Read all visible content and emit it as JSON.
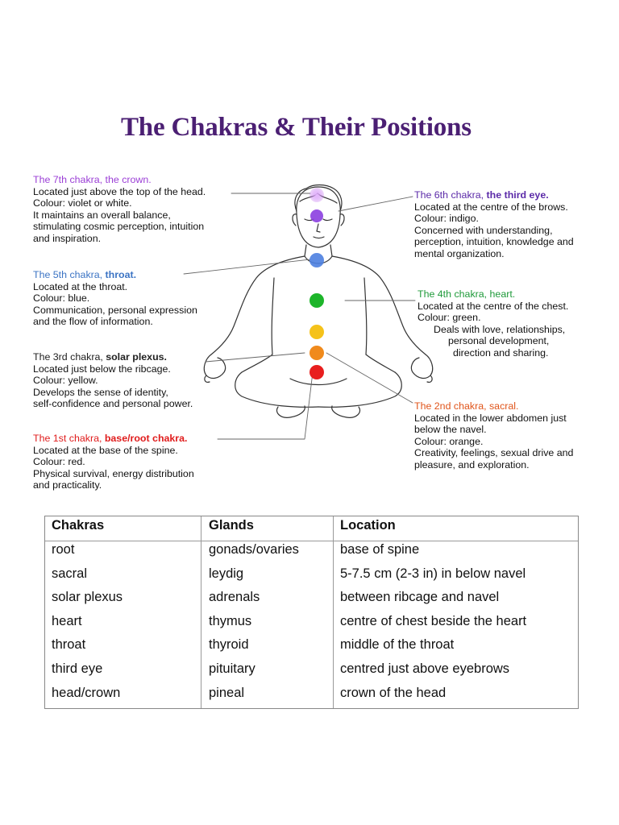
{
  "title": "The Chakras & Their Positions",
  "chakras": {
    "crown": {
      "heading": "The 7th chakra, the crown.",
      "lines": [
        "Located just above the top of the head.",
        "Colour: violet or white.",
        "It maintains an overall balance,",
        "stimulating cosmic perception, intuition",
        "and inspiration."
      ],
      "color": "#c77bf0"
    },
    "third_eye": {
      "heading_pre": "The 6th chakra,",
      "heading_post": " the third eye.",
      "lines": [
        "Located at the centre of the brows.",
        "Colour: indigo.",
        "Concerned with understanding,",
        "perception, intuition, knowledge and",
        "mental organization."
      ],
      "color": "#8b3fe0"
    },
    "throat": {
      "heading_pre": "The 5th chakra,",
      "heading_post": " throat.",
      "lines": [
        "Located at the throat.",
        "Colour: blue.",
        "Communication, personal expression",
        "and the flow of information."
      ],
      "color": "#4c7fe0"
    },
    "heart": {
      "heading": "The 4th chakra, heart.",
      "lines": [
        "Located at the centre of the chest.",
        "Colour: green.",
        "Deals with love, relationships,",
        "personal development,",
        "direction and sharing."
      ],
      "color": "#1db52a"
    },
    "solar_plexus": {
      "heading_pre": "The 3rd chakra,",
      "heading_post": " solar plexus.",
      "lines": [
        "Located just below the ribcage.",
        "Colour: yellow.",
        "Develops the sense of identity,",
        "self-confidence and personal power."
      ],
      "color": "#f5c21a"
    },
    "sacral": {
      "heading": "The 2nd chakra, sacral.",
      "lines": [
        "Located in the lower abdomen just",
        "below the navel.",
        "Colour: orange.",
        "Creativity, feelings, sexual drive and",
        "pleasure, and exploration."
      ],
      "color": "#f08a1c"
    },
    "root": {
      "heading_pre": "The 1st chakra,",
      "heading_post": " base/root chakra.",
      "lines": [
        "Located at the base of the spine.",
        "Colour: red.",
        "Physical survival, energy distribution",
        "and practicality."
      ],
      "color": "#e81e1e"
    }
  },
  "table": {
    "headers": [
      "Chakras",
      "Glands",
      "Location"
    ],
    "rows": [
      [
        "root",
        "gonads/ovaries",
        "base of spine"
      ],
      [
        "sacral",
        "leydig",
        "5-7.5 cm (2-3 in) in below navel"
      ],
      [
        "solar plexus",
        "adrenals",
        "between ribcage and navel"
      ],
      [
        "heart",
        "thymus",
        "centre of chest beside the heart"
      ],
      [
        "throat",
        "thyroid",
        "middle of the throat"
      ],
      [
        "third eye",
        "pituitary",
        "centred just above eyebrows"
      ],
      [
        "head/crown",
        "pineal",
        "crown of the head"
      ]
    ]
  }
}
